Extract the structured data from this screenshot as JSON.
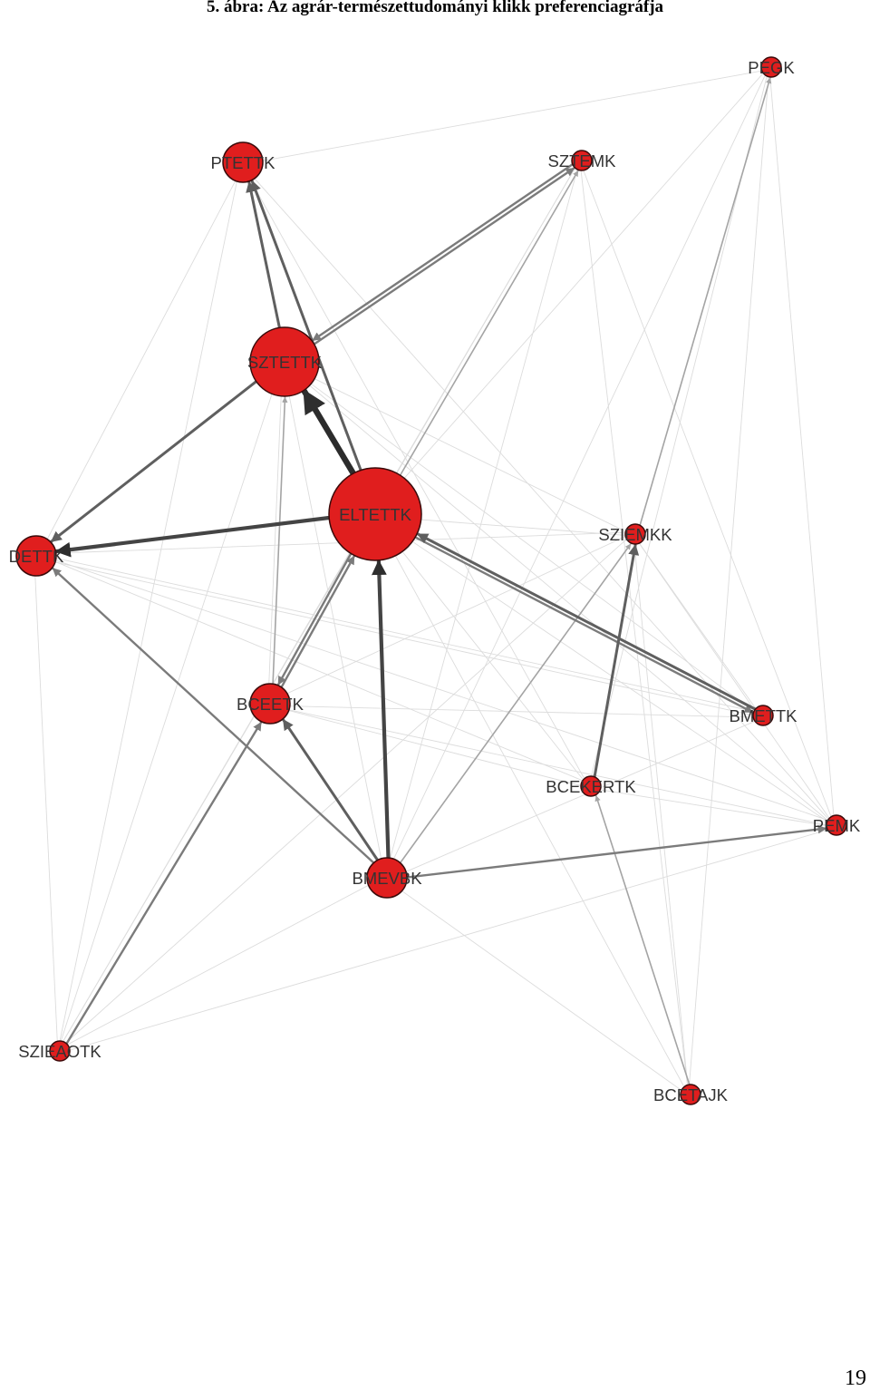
{
  "figure": {
    "caption": "5. ábra: Az agrár-természettudományi klikk preferenciagráfja"
  },
  "page_number": "19",
  "colors": {
    "node_fill": "#e01e1e",
    "node_stroke": "#3a0a0a",
    "label": "#333333"
  },
  "nodes": [
    {
      "id": "PEGK",
      "label": "PEGK",
      "size": "small"
    },
    {
      "id": "PTETTK",
      "label": "PTETTK",
      "size": "medium"
    },
    {
      "id": "SZTEMK",
      "label": "SZTEMK",
      "size": "small"
    },
    {
      "id": "SZTETTK",
      "label": "SZTETTK",
      "size": "large"
    },
    {
      "id": "ELTETTK",
      "label": "ELTETTK",
      "size": "xlarge"
    },
    {
      "id": "DETTK",
      "label": "DETTK",
      "size": "medium"
    },
    {
      "id": "SZIEMKK",
      "label": "SZIEMKK",
      "size": "small"
    },
    {
      "id": "BCEETK",
      "label": "BCEETK",
      "size": "medium"
    },
    {
      "id": "BMETTK",
      "label": "BMETTK",
      "size": "small"
    },
    {
      "id": "BCEKERTK",
      "label": "BCEKERTK",
      "size": "small"
    },
    {
      "id": "PEMK",
      "label": "PEMK",
      "size": "small"
    },
    {
      "id": "BMEVBK",
      "label": "BMEVBK",
      "size": "medium"
    },
    {
      "id": "SZIEAOTK",
      "label": "SZIEAOTK",
      "size": "small"
    },
    {
      "id": "BCETAJK",
      "label": "BCETAJK",
      "size": "small"
    }
  ],
  "edges": [
    {
      "source": "ELTETTK",
      "target": "SZTETTK",
      "weight": 5
    },
    {
      "source": "ELTETTK",
      "target": "DETTK",
      "weight": 4
    },
    {
      "source": "ELTETTK",
      "target": "PTETTK",
      "weight": 3
    },
    {
      "source": "SZTETTK",
      "target": "PTETTK",
      "weight": 3
    },
    {
      "source": "SZTETTK",
      "target": "DETTK",
      "weight": 3
    },
    {
      "source": "BMEVBK",
      "target": "ELTETTK",
      "weight": 4
    },
    {
      "source": "BMEVBK",
      "target": "BCEETK",
      "weight": 3
    },
    {
      "source": "BMEVBK",
      "target": "DETTK",
      "weight": 2
    },
    {
      "source": "BMETTK",
      "target": "ELTETTK",
      "weight": 3
    },
    {
      "source": "ELTETTK",
      "target": "BMETTK",
      "weight": 2
    },
    {
      "source": "BCEETK",
      "target": "ELTETTK",
      "weight": 2
    },
    {
      "source": "ELTETTK",
      "target": "BCEETK",
      "weight": 2
    },
    {
      "source": "BCEKERTK",
      "target": "SZIEMKK",
      "weight": 3
    },
    {
      "source": "SZTEMK",
      "target": "SZTETTK",
      "weight": 2
    },
    {
      "source": "SZTETTK",
      "target": "SZTEMK",
      "weight": 2
    },
    {
      "source": "BMEVBK",
      "target": "PEMK",
      "weight": 2
    },
    {
      "source": "SZIEAOTK",
      "target": "BCEETK",
      "weight": 2
    },
    {
      "source": "SZIEMKK",
      "target": "PEGK",
      "weight": 1
    },
    {
      "source": "BCETAJK",
      "target": "BCEKERTK",
      "weight": 1
    },
    {
      "source": "BMEVBK",
      "target": "SZIEMKK",
      "weight": 1
    },
    {
      "source": "BCEETK",
      "target": "SZTETTK",
      "weight": 1
    },
    {
      "source": "ELTETTK",
      "target": "SZTEMK",
      "weight": 1
    },
    {
      "source": "SZIEMKK",
      "target": "DETTK",
      "weight": 0
    },
    {
      "source": "PEMK",
      "target": "DETTK",
      "weight": 0
    },
    {
      "source": "BMETTK",
      "target": "DETTK",
      "weight": 0
    },
    {
      "source": "BCEKERTK",
      "target": "DETTK",
      "weight": 0
    },
    {
      "source": "DETTK",
      "target": "PTETTK",
      "weight": 0
    },
    {
      "source": "DETTK",
      "target": "SZIEAOTK",
      "weight": 0
    },
    {
      "source": "PTETTK",
      "target": "PEGK",
      "weight": 0
    },
    {
      "source": "PTETTK",
      "target": "SZIEAOTK",
      "weight": 0
    },
    {
      "source": "PTETTK",
      "target": "BCEKERTK",
      "weight": 0
    },
    {
      "source": "PTETTK",
      "target": "PEMK",
      "weight": 0
    },
    {
      "source": "SZTEMK",
      "target": "BMEVBK",
      "weight": 0
    },
    {
      "source": "SZTEMK",
      "target": "PEMK",
      "weight": 0
    },
    {
      "source": "SZTEMK",
      "target": "SZIEAOTK",
      "weight": 0
    },
    {
      "source": "SZTEMK",
      "target": "BCETAJK",
      "weight": 0
    },
    {
      "source": "SZTEMK",
      "target": "ELTETTK",
      "weight": 0
    },
    {
      "source": "PEGK",
      "target": "ELTETTK",
      "weight": 0
    },
    {
      "source": "PEGK",
      "target": "BCEKERTK",
      "weight": 0
    },
    {
      "source": "PEGK",
      "target": "BMEVBK",
      "weight": 0
    },
    {
      "source": "PEGK",
      "target": "PEMK",
      "weight": 0
    },
    {
      "source": "PEGK",
      "target": "BCETAJK",
      "weight": 0
    },
    {
      "source": "SZTETTK",
      "target": "SZIEMKK",
      "weight": 0
    },
    {
      "source": "SZTETTK",
      "target": "BMETTK",
      "weight": 0
    },
    {
      "source": "SZTETTK",
      "target": "PEMK",
      "weight": 0
    },
    {
      "source": "SZTETTK",
      "target": "BMEVBK",
      "weight": 0
    },
    {
      "source": "SZTETTK",
      "target": "BCEETK",
      "weight": 0
    },
    {
      "source": "SZTETTK",
      "target": "SZIEAOTK",
      "weight": 0
    },
    {
      "source": "ELTETTK",
      "target": "SZIEMKK",
      "weight": 0
    },
    {
      "source": "ELTETTK",
      "target": "BCEKERTK",
      "weight": 0
    },
    {
      "source": "ELTETTK",
      "target": "PEMK",
      "weight": 0
    },
    {
      "source": "ELTETTK",
      "target": "BCETAJK",
      "weight": 0
    },
    {
      "source": "ELTETTK",
      "target": "SZIEAOTK",
      "weight": 0
    },
    {
      "source": "SZIEMKK",
      "target": "BCEETK",
      "weight": 0
    },
    {
      "source": "SZIEMKK",
      "target": "SZIEAOTK",
      "weight": 0
    },
    {
      "source": "SZIEMKK",
      "target": "BMETTK",
      "weight": 0
    },
    {
      "source": "SZIEMKK",
      "target": "PEMK",
      "weight": 0
    },
    {
      "source": "SZIEMKK",
      "target": "BCETAJK",
      "weight": 0
    },
    {
      "source": "BCEETK",
      "target": "BCEKERTK",
      "weight": 0
    },
    {
      "source": "BCEETK",
      "target": "BMETTK",
      "weight": 0
    },
    {
      "source": "BCEETK",
      "target": "PEMK",
      "weight": 0
    },
    {
      "source": "BMEVBK",
      "target": "BCETAJK",
      "weight": 0
    },
    {
      "source": "BMEVBK",
      "target": "BMETTK",
      "weight": 0
    },
    {
      "source": "BMEVBK",
      "target": "SZIEAOTK",
      "weight": 0
    },
    {
      "source": "BCEKERTK",
      "target": "PEMK",
      "weight": 0
    },
    {
      "source": "DETTK",
      "target": "BMETTK",
      "weight": 0
    },
    {
      "source": "SZIEAOTK",
      "target": "PEMK",
      "weight": 0
    }
  ]
}
